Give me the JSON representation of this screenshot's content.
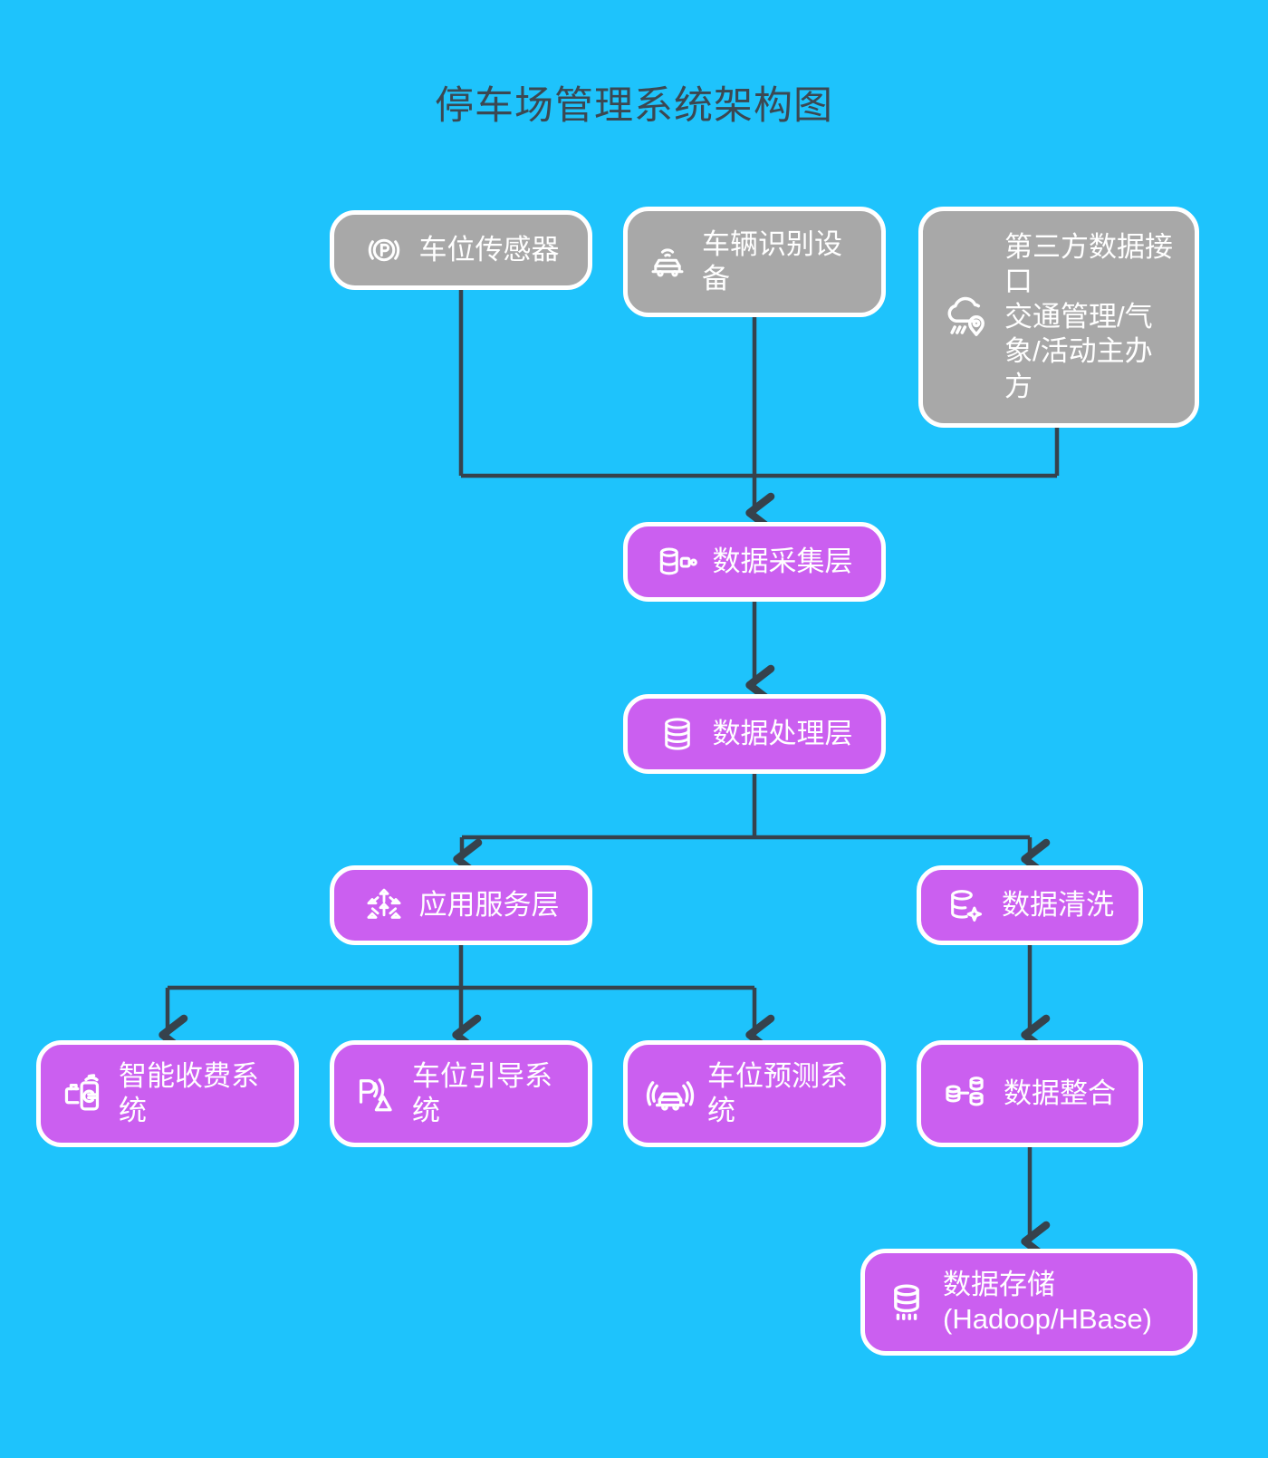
{
  "title": "停车场管理系统架构图",
  "colors": {
    "background": "#1ec3fc",
    "source_node": "#a8a8a8",
    "layer_node": "#cb5ff0",
    "node_border": "#ffffff",
    "edge": "#36424c",
    "title_text": "#3b4852",
    "node_text": "#ffffff"
  },
  "nodes": {
    "sensor": {
      "label": "车位传感器",
      "icon": "parking-sensor-icon",
      "type": "source"
    },
    "vehicle_id": {
      "label": "车辆识别设备",
      "icon": "connected-car-icon",
      "type": "source"
    },
    "third_party": {
      "label": "第三方数据接口\n交通管理/气象/活动主办方",
      "line1": "第三方数据接口",
      "line2": "交通管理/气象/活动主办方",
      "icon": "cloud-rain-location-icon",
      "type": "source"
    },
    "collect": {
      "label": "数据采集层",
      "icon": "database-nodes-icon",
      "type": "layer"
    },
    "process": {
      "label": "数据处理层",
      "icon": "database-stack-icon",
      "type": "layer"
    },
    "app_service": {
      "label": "应用服务层",
      "icon": "network-graph-icon",
      "type": "layer"
    },
    "cleaning": {
      "label": "数据清洗",
      "icon": "database-sparkle-icon",
      "type": "layer"
    },
    "billing": {
      "label": "智能收费系统",
      "icon": "contactless-payment-icon",
      "type": "layer"
    },
    "guidance": {
      "label": "车位引导系统",
      "icon": "parking-guidance-icon",
      "type": "layer"
    },
    "prediction": {
      "label": "车位预测系统",
      "icon": "car-detect-icon",
      "type": "layer"
    },
    "integration": {
      "label": "数据整合",
      "icon": "database-merge-icon",
      "type": "layer"
    },
    "storage": {
      "label": "数据存储\n(Hadoop/HBase)",
      "line1": "数据存储",
      "line2": "(Hadoop/HBase)",
      "icon": "database-store-icon",
      "type": "layer"
    }
  },
  "edges": [
    {
      "from": "sensor",
      "to": "collect"
    },
    {
      "from": "vehicle_id",
      "to": "collect"
    },
    {
      "from": "third_party",
      "to": "collect"
    },
    {
      "from": "collect",
      "to": "process"
    },
    {
      "from": "process",
      "to": "app_service"
    },
    {
      "from": "process",
      "to": "cleaning"
    },
    {
      "from": "app_service",
      "to": "billing"
    },
    {
      "from": "app_service",
      "to": "guidance"
    },
    {
      "from": "app_service",
      "to": "prediction"
    },
    {
      "from": "cleaning",
      "to": "integration"
    },
    {
      "from": "integration",
      "to": "storage"
    }
  ]
}
